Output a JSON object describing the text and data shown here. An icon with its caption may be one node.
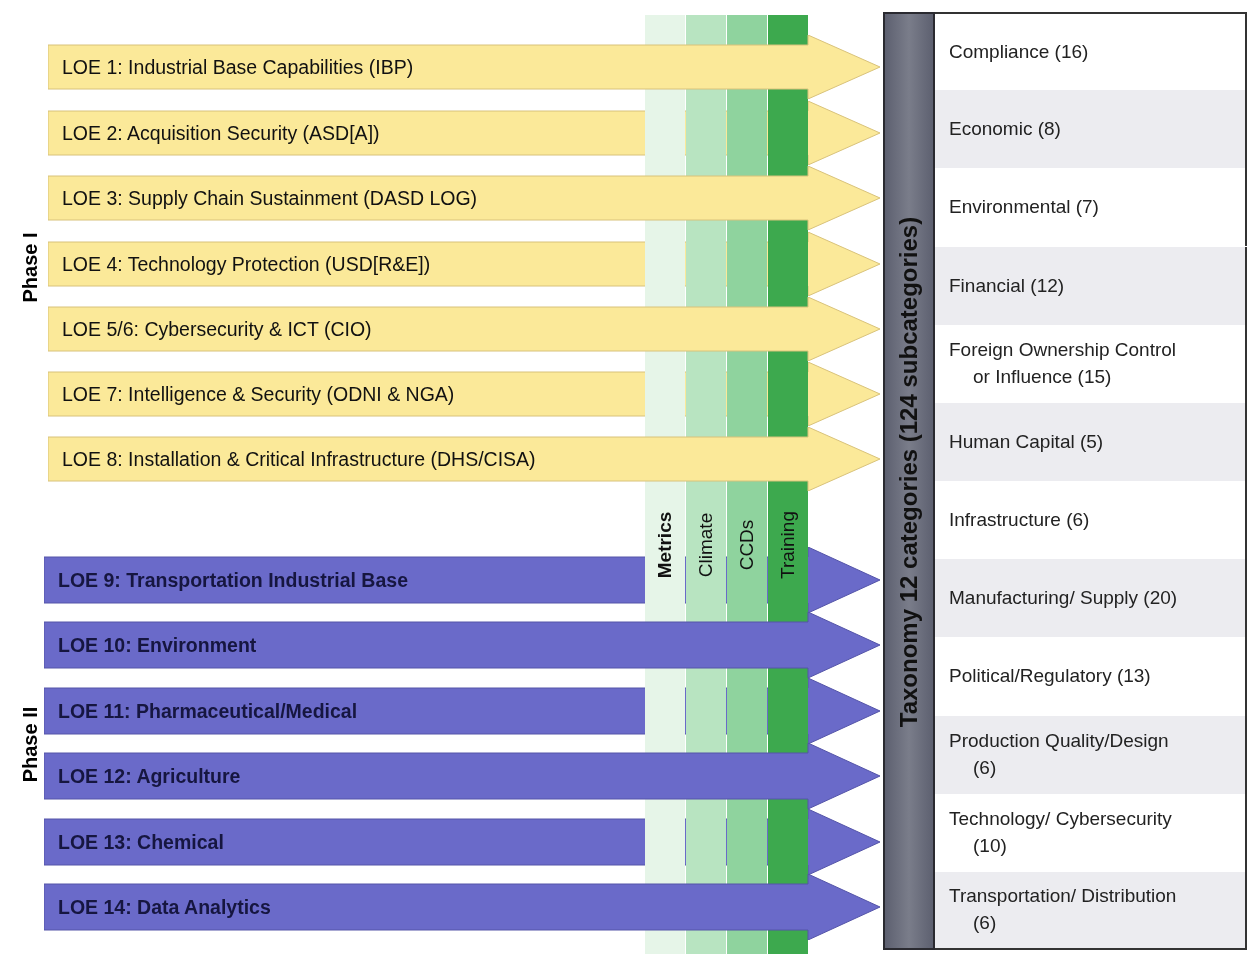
{
  "diagram": {
    "nodes": [
      {
        "text": [
          "LOE 1: Industrial Base Capabilities (IBP)"
        ]
      },
      {
        "text": [
          "LOE 2: Acquisition Security (ASD[A])"
        ]
      },
      {
        "text": [
          "LOE 3: Supply Chain Sustainment (DASD LOG)"
        ]
      },
      {
        "text": [
          "LOE 4: Technology Protection (USD[R&E])"
        ]
      },
      {
        "text": [
          "LOE 5/6: Cybersecurity & ICT (CIO)"
        ]
      },
      {
        "text": [
          "LOE 7: Intelligence & Security (ODNI & NGA)"
        ]
      },
      {
        "text": [
          "LOE 8: Installation & Critical Infrastructure (DHS/CISA)"
        ]
      },
      {
        "text": [
          "LOE 9: Transportation Industrial Base"
        ]
      },
      {
        "text": [
          "LOE 10: Environment"
        ]
      },
      {
        "text": [
          "LOE 11: Pharmaceutical/Medical"
        ]
      },
      {
        "text": [
          "LOE 12: Agriculture"
        ]
      },
      {
        "text": [
          "LOE 13: Chemical"
        ]
      },
      {
        "text": [
          "LOE 14: Data Analytics"
        ]
      },
      {
        "text": [
          "Metrics"
        ]
      },
      {
        "text": [
          "Climate"
        ]
      },
      {
        "text": [
          "CCDs"
        ]
      },
      {
        "text": [
          "Training"
        ]
      },
      {
        "text": [
          "Taxonomy 12 categories (124 subcategories)"
        ]
      },
      {
        "text": [
          "Compliance (16)"
        ]
      },
      {
        "text": [
          "Economic (8)"
        ]
      },
      {
        "text": [
          "Environmental (7)"
        ]
      },
      {
        "text": [
          "Financial (12)"
        ]
      },
      {
        "text": [
          "Foreign Ownership Control or Influence (15)"
        ]
      },
      {
        "text": [
          "Human Capital (5)"
        ]
      },
      {
        "text": [
          "Infrastructure (6)"
        ]
      },
      {
        "text": [
          "Manufacturing/ Supply (20)"
        ]
      },
      {
        "text": [
          "Political/Regulatory (13)"
        ]
      },
      {
        "text": [
          "Production Quality/Design (6)"
        ]
      },
      {
        "text": [
          "Technology/ Cybersecurity (10)"
        ]
      },
      {
        "text": [
          "Transportation/ Distribution (6)"
        ]
      }
    ],
    "labels": [
      "Phase I",
      "Phase II"
    ]
  }
}
